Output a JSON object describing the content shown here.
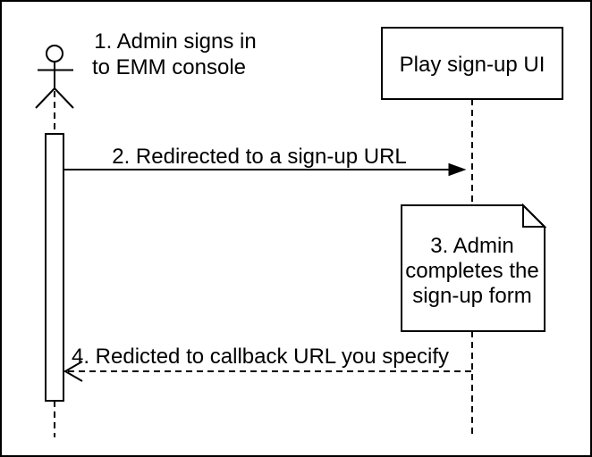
{
  "diagram": {
    "type": "uml-sequence-diagram",
    "actor": {
      "label_lines": [
        "1. Admin signs in",
        "to EMM console"
      ]
    },
    "participant": {
      "label": "Play sign-up UI"
    },
    "messages": [
      {
        "label": "2. Redirected to a sign-up URL",
        "style": "solid-filled-arrow",
        "direction": "left-to-right"
      },
      {
        "label": "4. Redicted to callback URL you specify",
        "style": "dashed-open-arrow",
        "direction": "right-to-left"
      }
    ],
    "note": {
      "label_lines": [
        "3. Admin",
        "completes the",
        "sign-up form"
      ]
    }
  },
  "colors": {
    "stroke": "#000000",
    "background": "#ffffff",
    "shape_fill": "#ffffff",
    "note_fold_fill": "#f0f0f0"
  }
}
